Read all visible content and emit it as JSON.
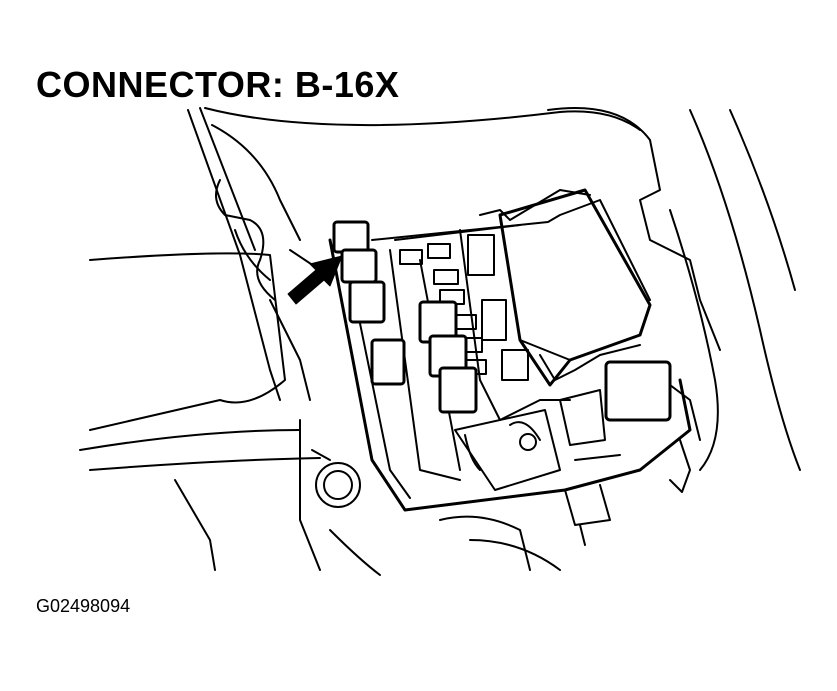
{
  "diagram": {
    "title": "CONNECTOR: B-16X",
    "figure_id": "G02498094",
    "callout": "arrow pointing to connector B-16X on relay block"
  }
}
